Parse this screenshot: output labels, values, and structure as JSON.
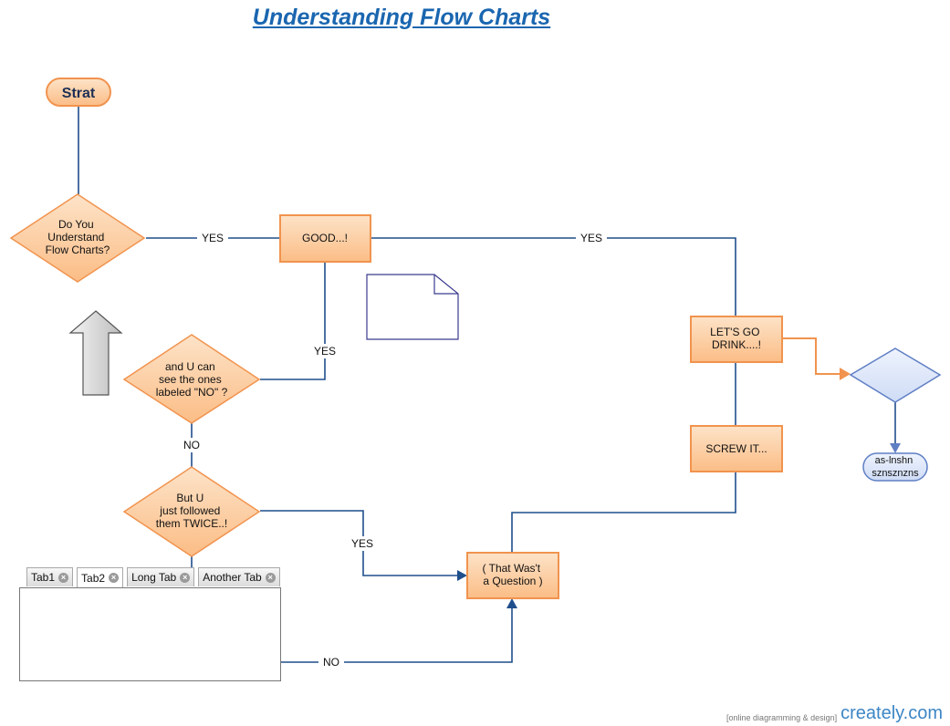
{
  "title": "Understanding Flow Charts",
  "nodes": {
    "start": "Strat",
    "q_understand": [
      "Do You",
      "Understand",
      "Flow Charts?"
    ],
    "good": "GOOD...!",
    "lets_go": [
      "LET'S GO",
      "DRINK....!"
    ],
    "screw_it": "SCREW IT...",
    "q_see_no": [
      "and U can",
      "see the ones",
      "labeled \"NO\" ?"
    ],
    "q_twice": [
      "But U",
      "just followed",
      "them TWICE..!"
    ],
    "not_question": [
      "( That Was't",
      "a Question )"
    ],
    "terminal_right": [
      "as-lnshn",
      "sznsznzns"
    ]
  },
  "edge_labels": {
    "q1_yes": "YES",
    "good_yes": "YES",
    "good_to_q2_yes": "YES",
    "q2_no": "NO",
    "q3_yes": "YES",
    "tab_no": "NO"
  },
  "tabs": [
    {
      "label": "Tab1",
      "active": false
    },
    {
      "label": "Tab2",
      "active": true
    },
    {
      "label": "Long Tab",
      "active": false
    },
    {
      "label": "Another Tab",
      "active": false
    }
  ],
  "watermark": {
    "tagline": "[online diagramming & design]",
    "logo": "creately.com"
  },
  "colors": {
    "orange_fill": "#fbc99c",
    "orange_stroke": "#f1934e",
    "connector": "#1f4e8c",
    "title": "#1a66b0",
    "blue_fill": "#dbe6fa",
    "blue_stroke": "#5f7fc4",
    "note_stroke": "#3b3b8f"
  }
}
